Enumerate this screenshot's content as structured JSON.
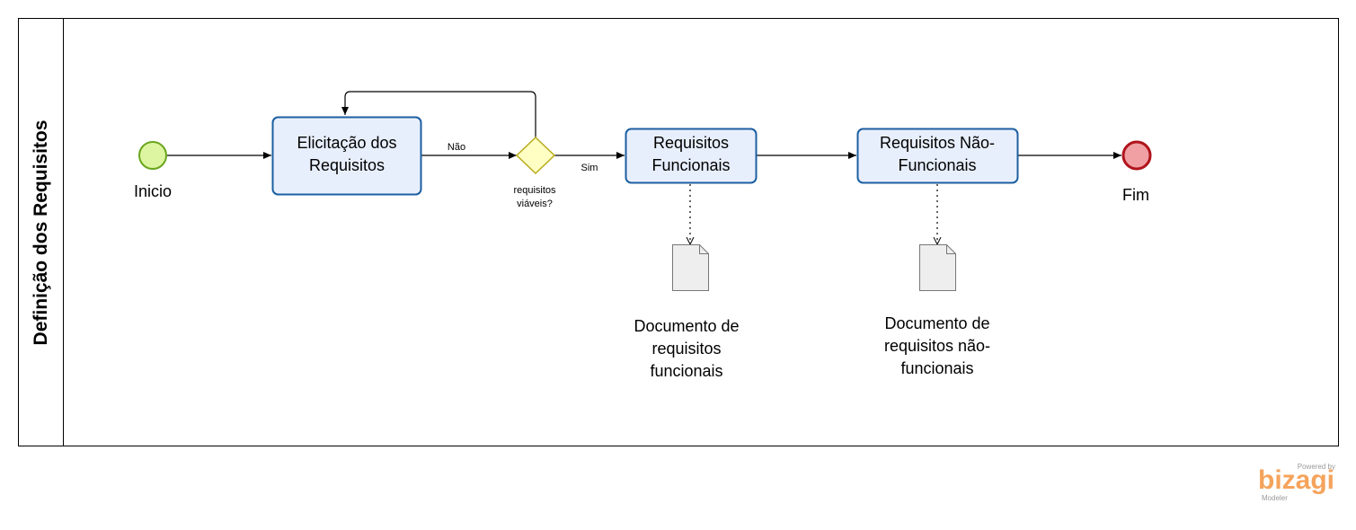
{
  "pool": {
    "title": "Definição dos Requisitos"
  },
  "events": {
    "start": {
      "label": "Inicio",
      "color": "#ddf5a0",
      "stroke": "#6aa51e"
    },
    "end": {
      "label": "Fim",
      "color": "#f0a0a3",
      "stroke": "#b0141c"
    }
  },
  "tasks": [
    {
      "line1": "Elicitação dos",
      "line2": "Requisitos"
    },
    {
      "line1": "Requisitos",
      "line2": "Funcionais"
    },
    {
      "line1": "Requisitos Não-",
      "line2": "Funcionais"
    }
  ],
  "gateway": {
    "line1": "requisitos",
    "line2": "viáveis?",
    "yes_label": "Sim",
    "no_label": "Não",
    "color": "#ffffc4",
    "stroke": "#b7a91c"
  },
  "artifacts": [
    {
      "line1": "Documento de",
      "line2": "requisitos",
      "line3": "funcionais"
    },
    {
      "line1": "Documento de",
      "line2": "requisitos não-",
      "line3": "funcionais"
    }
  ],
  "branding": {
    "powered": "Powered by",
    "name": "bizagi",
    "product": "Modeler",
    "color": "#f5a35c"
  },
  "colors": {
    "task_fill": "#e8effc",
    "task_stroke": "#1c5fa1",
    "doc_fill": "#eeeeee",
    "doc_stroke": "#777777"
  }
}
